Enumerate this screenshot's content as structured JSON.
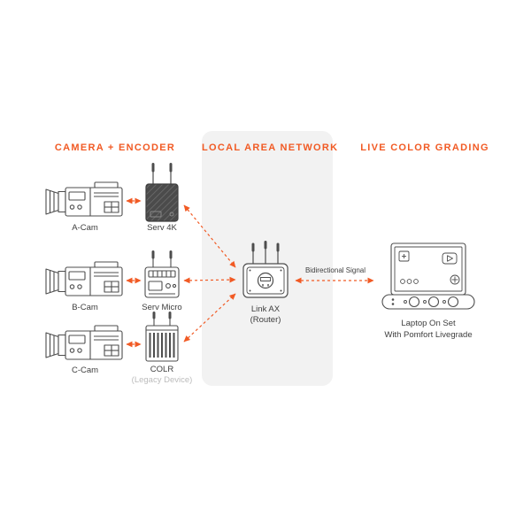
{
  "accent_color": "#F15A24",
  "sections": {
    "camera_encoder": {
      "title": "CAMERA + ENCODER"
    },
    "lan": {
      "title": "LOCAL AREA NETWORK"
    },
    "grading": {
      "title": "LIVE COLOR GRADING"
    }
  },
  "nodes": {
    "a_cam": {
      "label": "A-Cam",
      "type": "camera"
    },
    "b_cam": {
      "label": "B-Cam",
      "type": "camera"
    },
    "c_cam": {
      "label": "C-Cam",
      "type": "camera"
    },
    "serv_4k": {
      "label": "Serv 4K",
      "type": "encoder"
    },
    "serv_micro": {
      "label": "Serv Micro",
      "type": "encoder"
    },
    "colr": {
      "label": "COLR",
      "sublabel": "(Legacy Device)",
      "type": "encoder"
    },
    "link_ax": {
      "label": "Link AX",
      "sublabel": "(Router)",
      "type": "router"
    },
    "laptop": {
      "label": "Laptop On Set",
      "sublabel": "With Pomfort Livegrade",
      "type": "workstation"
    }
  },
  "edges": [
    {
      "from": "a_cam",
      "to": "serv_4k",
      "bidirectional": true
    },
    {
      "from": "b_cam",
      "to": "serv_micro",
      "bidirectional": true
    },
    {
      "from": "c_cam",
      "to": "colr",
      "bidirectional": true
    },
    {
      "from": "serv_4k",
      "to": "link_ax",
      "bidirectional": true
    },
    {
      "from": "serv_micro",
      "to": "link_ax",
      "bidirectional": true
    },
    {
      "from": "colr",
      "to": "link_ax",
      "bidirectional": true
    },
    {
      "from": "link_ax",
      "to": "laptop",
      "bidirectional": true,
      "label": "Bidirectional Signal"
    }
  ]
}
